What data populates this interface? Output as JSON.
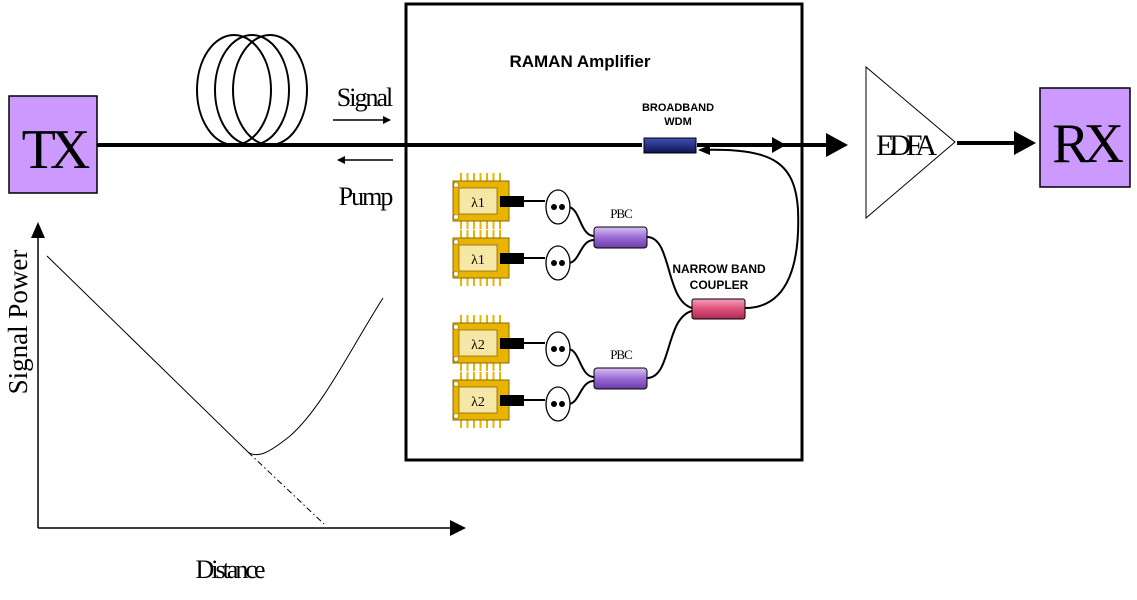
{
  "blocks": {
    "tx": "TX",
    "rx": "RX",
    "edfa": "EDFA"
  },
  "amplifier": {
    "title": "RAMAN Amplifier",
    "wdm_label_line1": "BROADBAND",
    "wdm_label_line2": "WDM",
    "pbc_label": "PBC",
    "coupler_label_line1": "NARROW BAND",
    "coupler_label_line2": "COUPLER",
    "lasers": [
      {
        "label": "λ1"
      },
      {
        "label": "λ1"
      },
      {
        "label": "λ2"
      },
      {
        "label": "λ2"
      }
    ]
  },
  "arrows": {
    "signal": "Signal",
    "pump": "Pump"
  },
  "graph": {
    "ylabel": "Signal Power",
    "xlabel": "Distance"
  },
  "colors": {
    "terminal_fill": "#cc99ff",
    "wdm_fill": "#1a237e",
    "pbc_fill": "#a070d8",
    "coupler_fill": "#e0507a",
    "laser_gold": "#e8b400"
  }
}
